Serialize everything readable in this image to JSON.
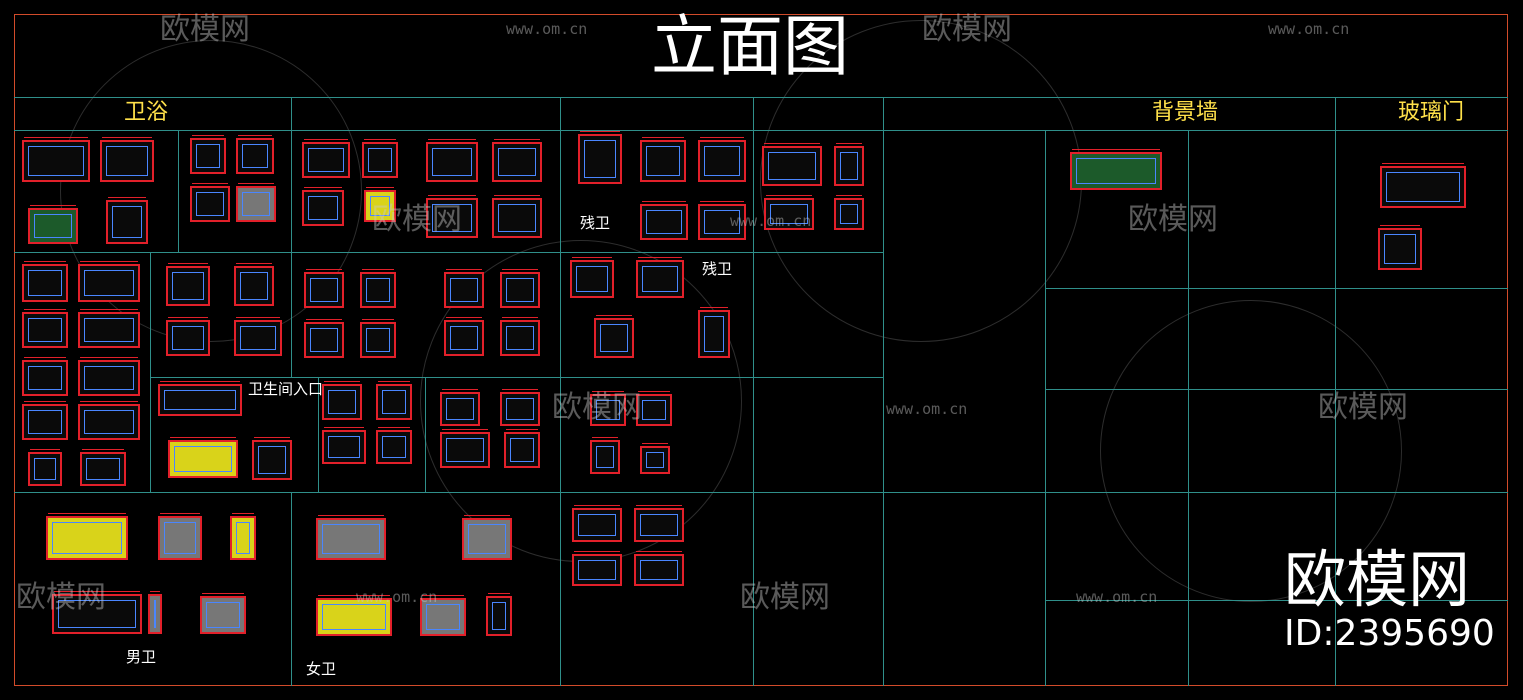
{
  "title": "立面图",
  "sections": {
    "bathroom": "卫浴",
    "background_wall": "背景墙",
    "glass_door": "玻璃门"
  },
  "labels": {
    "accessible_1": "残卫",
    "accessible_2": "残卫",
    "restroom_entrance": "卫生间入口",
    "mens": "男卫",
    "womens": "女卫"
  },
  "watermark": {
    "brand": "欧模网",
    "url": "www.om.cn"
  },
  "brand_block": {
    "name": "欧模网",
    "id": "ID:2395690"
  },
  "colors": {
    "background": "#000000",
    "grid": "#2f8f8a",
    "border": "#d24b2a",
    "section_text": "#ffe14a",
    "drawing_stroke": "#e2202a"
  }
}
